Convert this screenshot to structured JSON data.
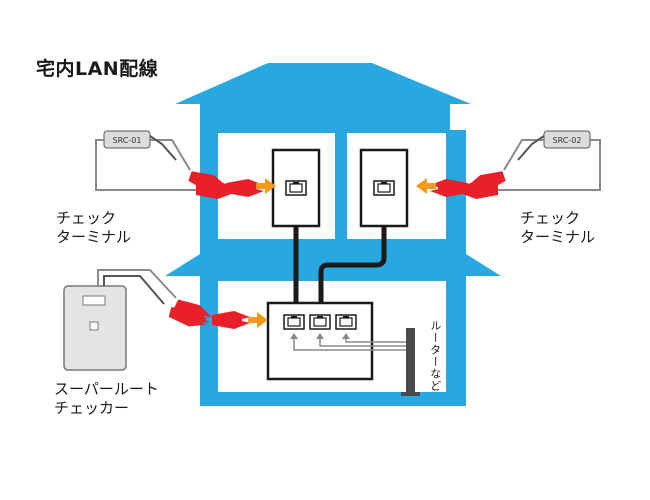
{
  "title": "宅内LAN配線",
  "colors": {
    "house": "#29a7df",
    "room": "#ffffff",
    "arrow": "#f39a1e",
    "clip": "#e8202a",
    "cable": "#1a1a1a",
    "wire": "#8a8a8a",
    "device": "#dcdcdc"
  },
  "left_terminal": {
    "tag": "SRC-01",
    "label_line1": "チェック",
    "label_line2": "ターミナル"
  },
  "right_terminal": {
    "tag": "SRC-02",
    "label_line1": "チェック",
    "label_line2": "ターミナル"
  },
  "checker": {
    "label_line1": "スーパールート",
    "label_line2": "チェッカー"
  },
  "router": {
    "label": "ルーターなど"
  },
  "icons": {
    "wall_outlet": "lan-port-icon",
    "arrow": "arrow-right-icon",
    "clip": "alligator-clip-icon"
  }
}
